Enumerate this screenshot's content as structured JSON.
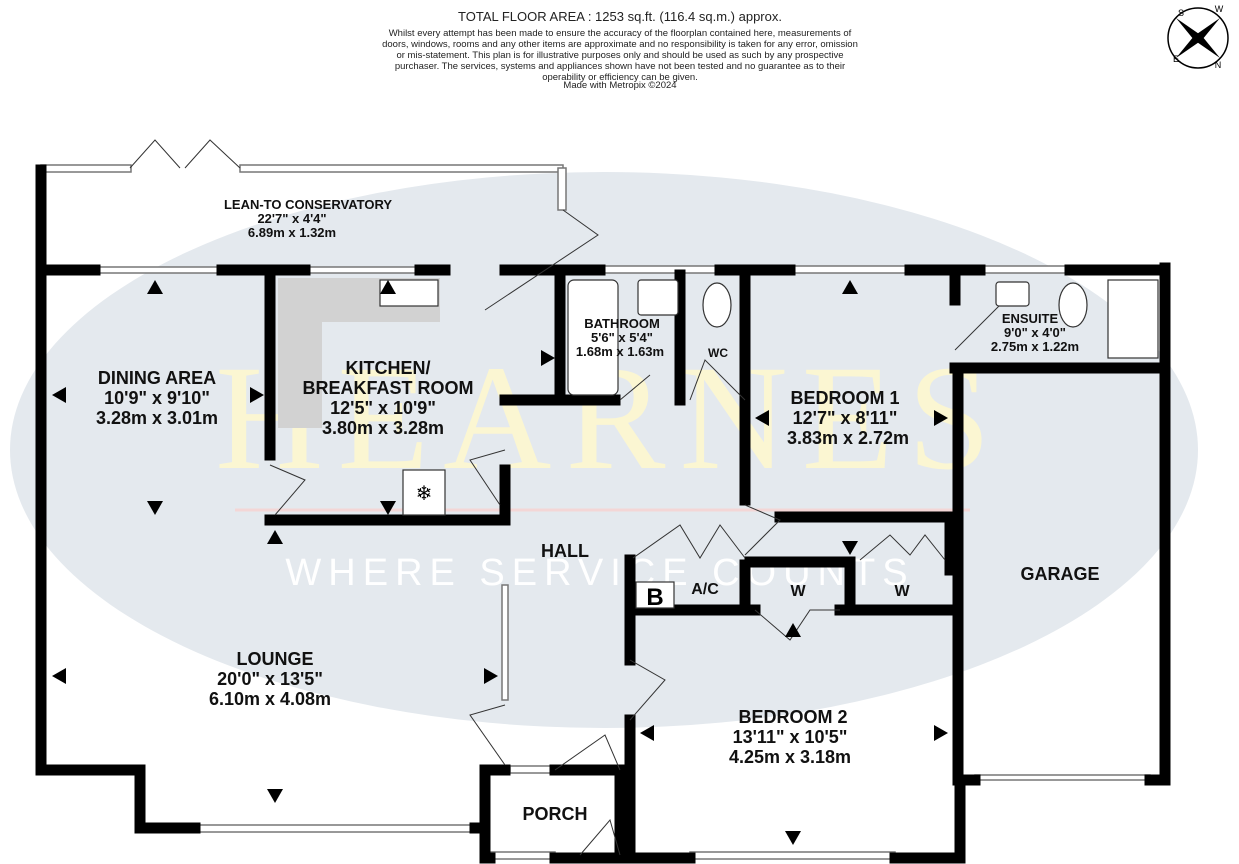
{
  "header": {
    "total_area": "TOTAL FLOOR AREA : 1253 sq.ft. (116.4 sq.m.) approx.",
    "disclaimer": "Whilst every attempt has been made to ensure the accuracy of the floorplan contained here, measurements of doors, windows, rooms and any other items are approximate and no responsibility is taken for any error, omission or mis-statement. This plan is for illustrative purposes only and should be used as such by any prospective purchaser. The services, systems and appliances shown have not been tested and no guarantee as to their operability or efficiency can be given.",
    "made_with": "Made with Metropix ©2024"
  },
  "compass": {
    "letters": [
      "S",
      "W",
      "N",
      "E"
    ]
  },
  "watermark": {
    "brand": "HEARNES",
    "tagline": "WHERE SERVICE COUNTS",
    "colors": {
      "ellipse": "#e4e9ee",
      "brand": "#fbf6d2"
    }
  },
  "rooms": [
    {
      "name": "LEAN-TO CONSERVATORY",
      "imperial": "22'7\"  x 4'4\"",
      "metric": "6.89m  x 1.32m"
    },
    {
      "name": "DINING AREA",
      "imperial": "10'9\"  x 9'10\"",
      "metric": "3.28m  x 3.01m"
    },
    {
      "name": "KITCHEN/",
      "name2": "BREAKFAST ROOM",
      "imperial": "12'5\"  x 10'9\"",
      "metric": "3.80m  x 3.28m"
    },
    {
      "name": "BATHROOM",
      "imperial": "5'6\"  x 5'4\"",
      "metric": "1.68m  x 1.63m"
    },
    {
      "name": "WC"
    },
    {
      "name": "BEDROOM 1",
      "imperial": "12'7\"  x 8'11\"",
      "metric": "3.83m  x 2.72m"
    },
    {
      "name": "ENSUITE",
      "imperial": "9'0\"  x 4'0\"",
      "metric": "2.75m  x 1.22m"
    },
    {
      "name": "HALL"
    },
    {
      "name": "A/C"
    },
    {
      "name": "W"
    },
    {
      "name": "W"
    },
    {
      "name": "GARAGE"
    },
    {
      "name": "LOUNGE",
      "imperial": "20'0\"  x 13'5\"",
      "metric": "6.10m  x 4.08m"
    },
    {
      "name": "BEDROOM 2",
      "imperial": "13'11\"  x 10'5\"",
      "metric": "4.25m  x 3.18m"
    },
    {
      "name": "PORCH"
    }
  ],
  "boiler_label": "B"
}
